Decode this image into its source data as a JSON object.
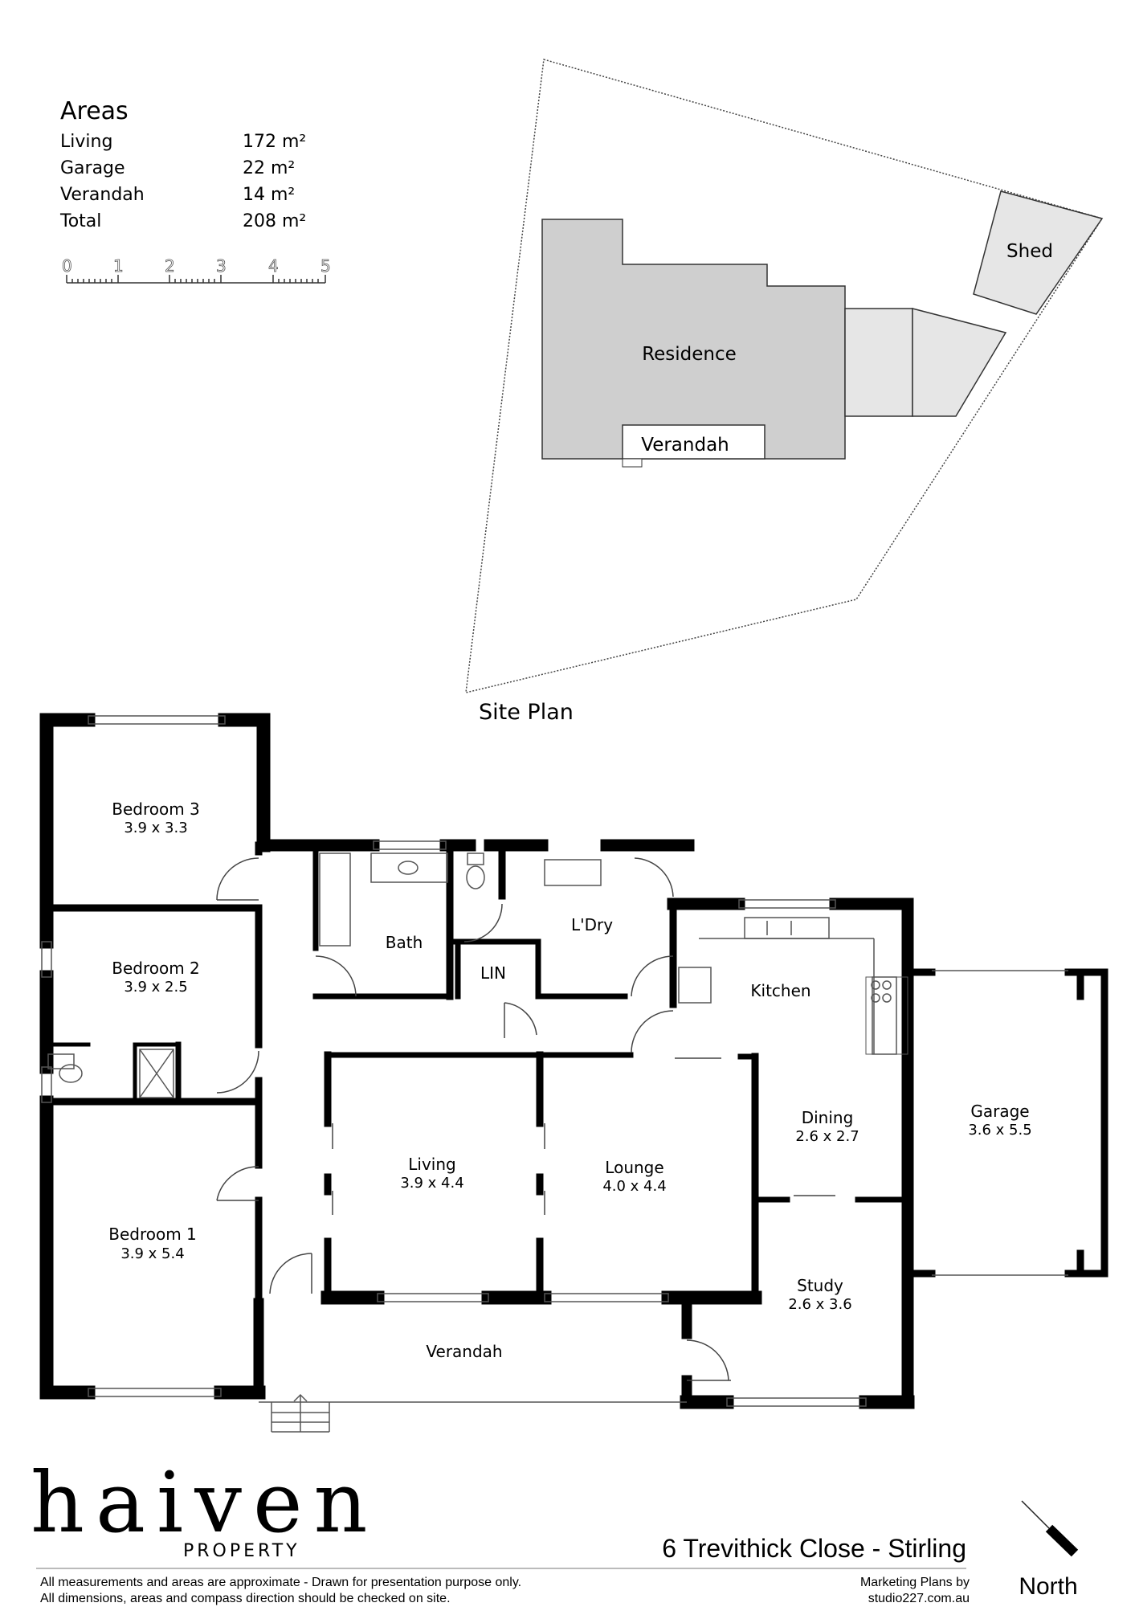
{
  "areas": {
    "title": "Areas",
    "rows": [
      {
        "label": "Living",
        "value": "172 m²"
      },
      {
        "label": "Garage",
        "value": "22 m²"
      },
      {
        "label": "Verandah",
        "value": "14 m²"
      },
      {
        "label": "Total",
        "value": "208 m²"
      }
    ]
  },
  "scale_bar": {
    "ticks": [
      "0",
      "1",
      "2",
      "3",
      "4",
      "5"
    ]
  },
  "site_plan": {
    "caption": "Site Plan",
    "labels": {
      "residence": "Residence",
      "verandah": "Verandah",
      "shed": "Shed"
    }
  },
  "rooms": {
    "bedroom3": {
      "name": "Bedroom 3",
      "dims": "3.9 x 3.3"
    },
    "bedroom2": {
      "name": "Bedroom 2",
      "dims": "3.9 x 2.5"
    },
    "bedroom1": {
      "name": "Bedroom 1",
      "dims": "3.9 x 5.4"
    },
    "bath": {
      "name": "Bath"
    },
    "lin": {
      "name": "LIN"
    },
    "laundry": {
      "name": "L'Dry"
    },
    "kitchen": {
      "name": "Kitchen"
    },
    "living": {
      "name": "Living",
      "dims": "3.9 x 4.4"
    },
    "lounge": {
      "name": "Lounge",
      "dims": "4.0 x 4.4"
    },
    "dining": {
      "name": "Dining",
      "dims": "2.6 x 2.7"
    },
    "study": {
      "name": "Study",
      "dims": "2.6 x 3.6"
    },
    "garage": {
      "name": "Garage",
      "dims": "3.6 x 5.5"
    },
    "verandah": {
      "name": "Verandah"
    }
  },
  "footer": {
    "brand": "haiven",
    "brand_sub": "PROPERTY",
    "address": "6 Trevithick Close - Stirling",
    "north": "North",
    "disclaimer_line1": "All measurements and areas are approximate - Drawn for presentation purpose only.",
    "disclaimer_line2": "All dimensions, areas and compass direction should be checked on site.",
    "credit_line1": "Marketing Plans by",
    "credit_line2": "studio227.com.au"
  },
  "colors": {
    "wall": "#000000",
    "residence_fill": "#cfcfcf",
    "annex_fill": "#e6e6e6"
  }
}
